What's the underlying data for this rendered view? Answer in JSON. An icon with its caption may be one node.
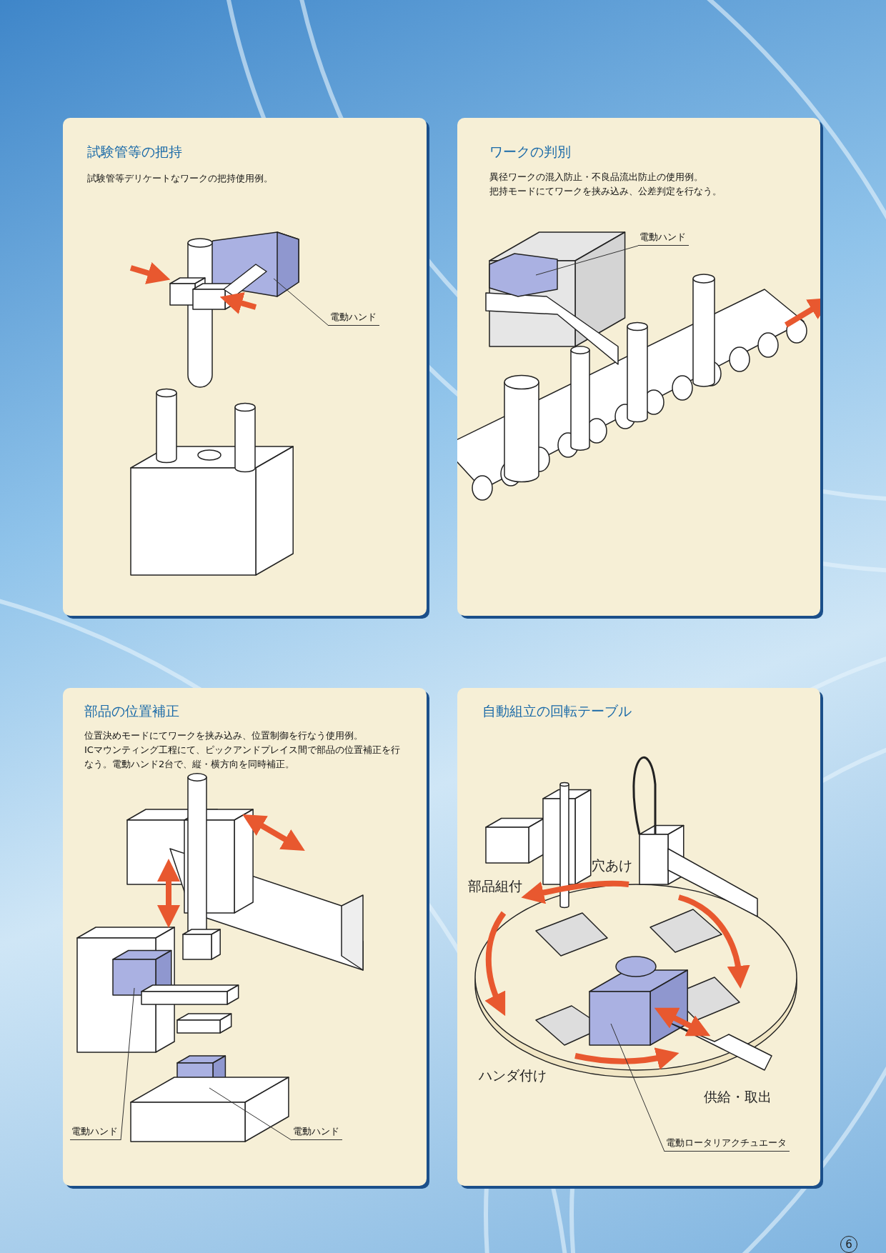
{
  "diagram": {
    "nodes": [
      {
        "text": [
          "試験管等の把持",
          "試験管等デリケートなワークの把持使用例。"
        ]
      },
      {
        "text": [
          "電動ハンド"
        ],
        "in": 0
      },
      {
        "text": [
          "ワークの判別",
          "異径ワークの混入防止・不良品流出防止の使用例。",
          "把持モードにてワークを挟み込み、公差判定を行なう。"
        ]
      },
      {
        "text": [
          "電動ハンド"
        ],
        "in": 2
      },
      {
        "text": [
          "部品の位置補正",
          "位置決めモードにてワークを挟み込み、位置制御を行なう使用例。",
          "ICマウンティング工程にて、ピックアンドプレイス間で部品の位置補正を行なう。電動ハンド2台で、縦・横方向を同時補正。"
        ]
      },
      {
        "text": [
          "電動ハンド"
        ],
        "in": 4
      },
      {
        "text": [
          "電動ハンド"
        ],
        "in": 4
      },
      {
        "text": [
          "自動組立の回転テーブル"
        ]
      },
      {
        "text": [
          "電動ロータリアクチュエータ"
        ],
        "in": 7
      }
    ],
    "edges": [
      {
        "from": 1,
        "to": null,
        "arrow": "none"
      },
      {
        "from": 3,
        "to": null,
        "arrow": "none"
      },
      {
        "from": 5,
        "to": null,
        "arrow": "none"
      },
      {
        "from": 6,
        "to": null,
        "arrow": "none"
      },
      {
        "from": 8,
        "to": null,
        "arrow": "none"
      }
    ],
    "labels": [
      "穴あけ",
      "部品組付",
      "ハンダ付け",
      "供給・取出",
      "6"
    ]
  }
}
